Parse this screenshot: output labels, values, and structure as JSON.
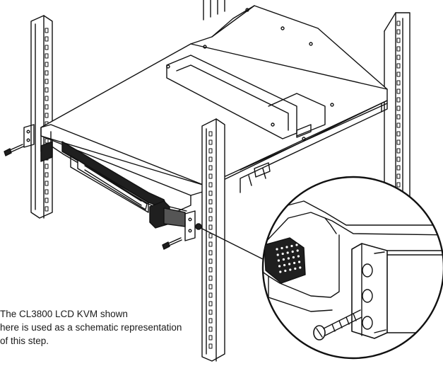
{
  "caption": {
    "line1": "The CL3800 LCD KVM shown",
    "line2": "here is used as a schematic representation",
    "line3": "of this step."
  },
  "colors": {
    "line": "#111111",
    "background": "#ffffff",
    "dark_fill": "#1f1f1f",
    "mid_fill": "#555555"
  }
}
